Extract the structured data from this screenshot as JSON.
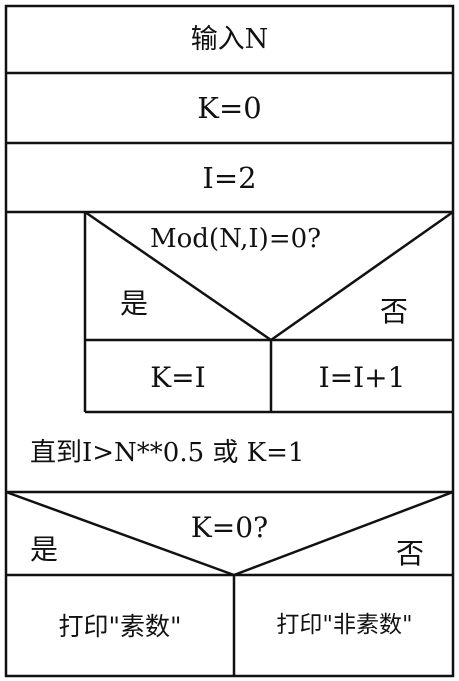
{
  "steps": {
    "input": "输入N",
    "k_init": "K=0",
    "i_init": "I=2",
    "condition": "Mod(N,I)=0?",
    "cond_yes": "是",
    "cond_no": "否",
    "assign_k": "K=I",
    "increment_i": "I=I+1",
    "loop_until": "直到I>N**0.5 或 K=1",
    "final_condition": "K=0?",
    "final_yes": "是",
    "final_no": "否",
    "print_prime": "打印\"素数\"",
    "print_not_prime": "打印\"非素数\""
  },
  "colors": {
    "line": "#111111",
    "background": "#ffffff"
  }
}
